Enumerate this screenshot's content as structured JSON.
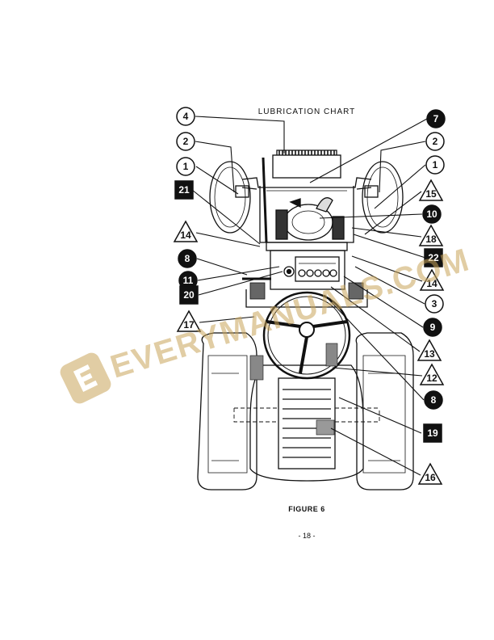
{
  "title": "LUBRICATION CHART",
  "figure_caption": "FIGURE 6",
  "page_number": "- 18 -",
  "watermark": {
    "text": "EVERYMANUALS.COM",
    "color": "#c9a55a"
  },
  "callouts": [
    {
      "id": "c4-top",
      "label": "4",
      "shape": "circle-open"
    },
    {
      "id": "c7",
      "label": "7",
      "shape": "circle-filled"
    },
    {
      "id": "c2-left",
      "label": "2",
      "shape": "circle-open"
    },
    {
      "id": "c2-right",
      "label": "2",
      "shape": "circle-open"
    },
    {
      "id": "c1-left",
      "label": "1",
      "shape": "circle-open"
    },
    {
      "id": "c1-right",
      "label": "1",
      "shape": "circle-open"
    },
    {
      "id": "c21",
      "label": "21",
      "shape": "square-filled"
    },
    {
      "id": "c15",
      "label": "15",
      "shape": "triangle-open"
    },
    {
      "id": "c10",
      "label": "10",
      "shape": "circle-filled"
    },
    {
      "id": "c14-left",
      "label": "14",
      "shape": "triangle-open"
    },
    {
      "id": "c18",
      "label": "18",
      "shape": "triangle-open"
    },
    {
      "id": "c8-left",
      "label": "8",
      "shape": "circle-filled"
    },
    {
      "id": "c22",
      "label": "22",
      "shape": "square-filled"
    },
    {
      "id": "c11",
      "label": "11",
      "shape": "circle-filled"
    },
    {
      "id": "c14-right",
      "label": "14",
      "shape": "triangle-open"
    },
    {
      "id": "c20",
      "label": "20",
      "shape": "square-filled"
    },
    {
      "id": "c3",
      "label": "3",
      "shape": "circle-open"
    },
    {
      "id": "c9",
      "label": "9",
      "shape": "circle-filled"
    },
    {
      "id": "c17",
      "label": "17",
      "shape": "triangle-open"
    },
    {
      "id": "c13",
      "label": "13",
      "shape": "triangle-open"
    },
    {
      "id": "c12",
      "label": "12",
      "shape": "triangle-open"
    },
    {
      "id": "c8-right",
      "label": "8",
      "shape": "circle-filled"
    },
    {
      "id": "c19",
      "label": "19",
      "shape": "square-filled"
    },
    {
      "id": "c16",
      "label": "16",
      "shape": "triangle-open"
    }
  ]
}
